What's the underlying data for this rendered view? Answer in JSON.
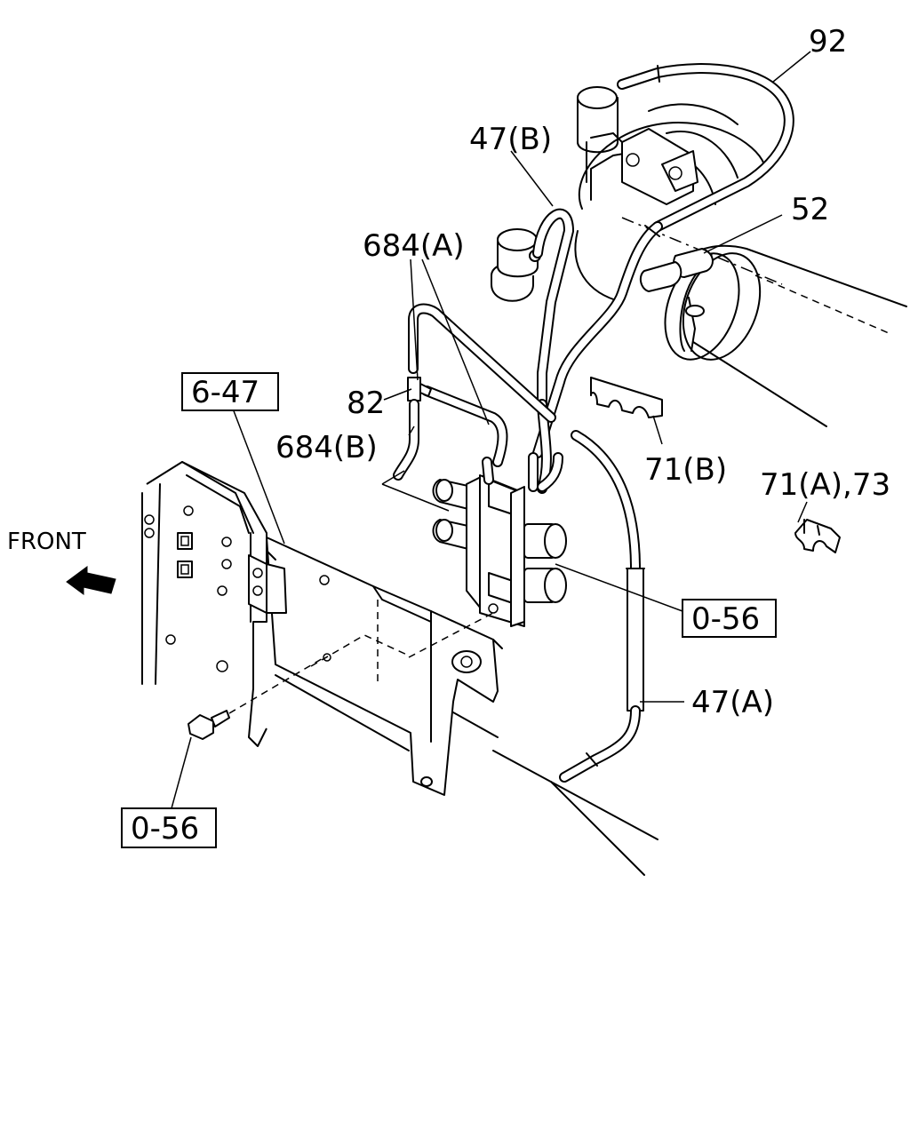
{
  "labels": {
    "p92": "92",
    "p47b": "47(B)",
    "p52": "52",
    "p684a": "684(A)",
    "p82": "82",
    "p684b": "684(B)",
    "p71b": "71(B)",
    "p71a73": "71(A),73",
    "p47a": "47(A)",
    "ref647": "6-47",
    "ref056_right": "0-56",
    "ref056_left": "0-56",
    "front": "FRONT"
  }
}
